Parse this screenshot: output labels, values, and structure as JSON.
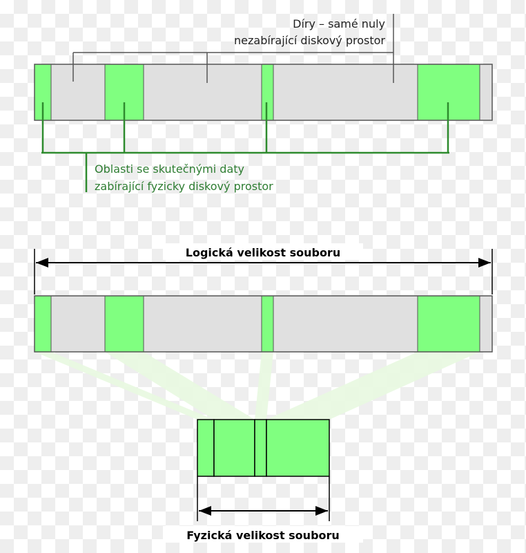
{
  "labels": {
    "holes_line1": "Díry – samé nuly",
    "holes_line2": "nezabírající diskový prostor",
    "data_line1": "Oblasti se skutečnými daty",
    "data_line2": "zabírající fyzicky diskový prostor",
    "logical_size": "Logická velikost souboru",
    "physical_size": "Fyzická velikost souboru"
  },
  "colors": {
    "data_fill": "#80ff80",
    "hole_fill": "#e0e0e0",
    "outline": "#555555",
    "hole_leader": "#555555",
    "data_leader": "#2e8b2e",
    "data_text": "#2e7d32",
    "arrow": "#000000",
    "projection": "#e8f8e0"
  }
}
